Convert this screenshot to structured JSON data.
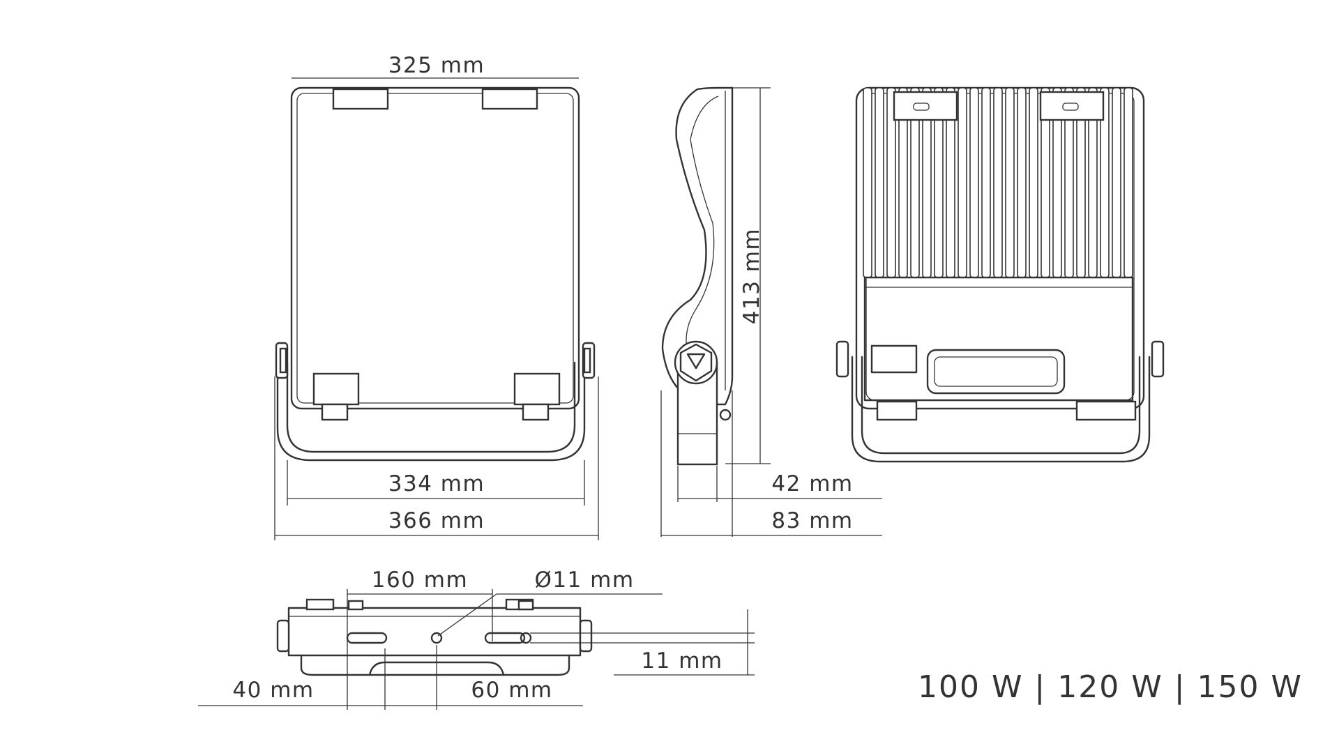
{
  "front_view": {
    "top_width": "325 mm",
    "inner_width": "334 mm",
    "outer_width": "366 mm"
  },
  "side_view": {
    "height": "413 mm",
    "depth_bracket": "42 mm",
    "depth_total": "83 mm"
  },
  "bottom_view": {
    "slot_spacing": "160 mm",
    "hole_diameter": "Ø11 mm",
    "slot_width": "11 mm",
    "offset_left": "40 mm",
    "offset_right": "60 mm"
  },
  "wattage_options": "100 W | 120 W | 150 W"
}
